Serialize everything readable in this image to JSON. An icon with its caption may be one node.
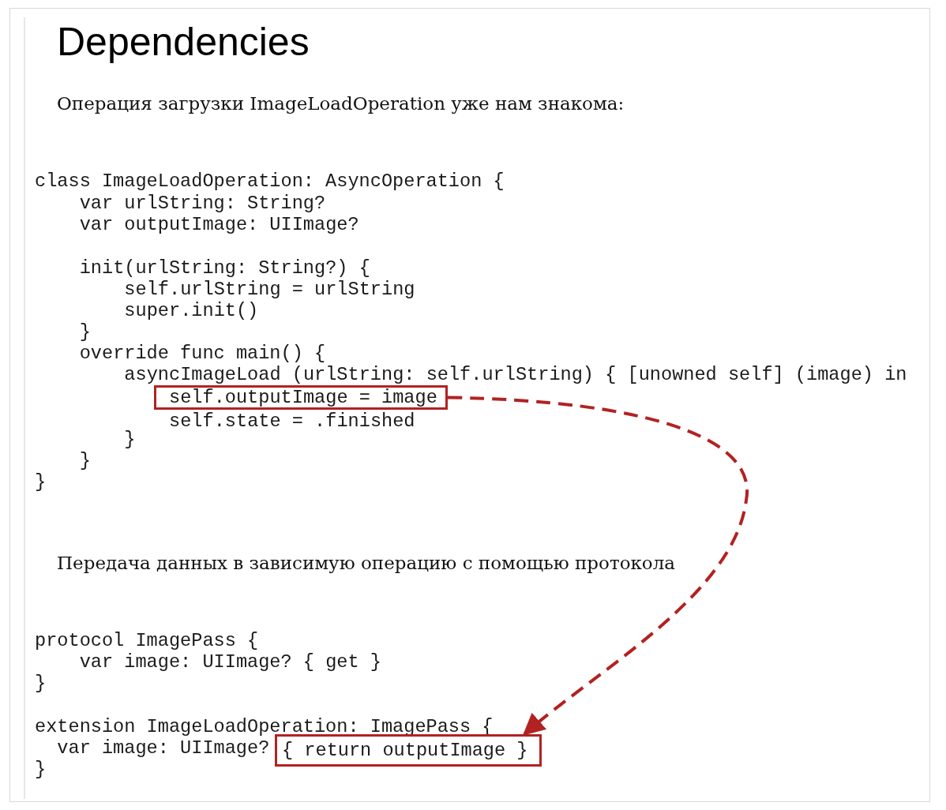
{
  "diagram": {
    "title": "Dependencies",
    "nodes": [
      {
        "text": [
          "self.outputImage = image"
        ]
      },
      {
        "text": [
          "{ return outputImage }"
        ]
      }
    ],
    "edges": [
      {
        "from": 0,
        "to": 1,
        "arrow": "to",
        "style": "dashed",
        "color": "#b22222"
      }
    ],
    "labels": [
      "Операция загрузки ImageLoadOperation уже нам знакома:",
      "class ImageLoadOperation: AsyncOperation {",
      "var urlString: String?",
      "var outputImage: UIImage?",
      "init(urlString: String?) {",
      "self.urlString = urlString",
      "super.init()",
      "}",
      "override func main() {",
      "asyncImageLoad (urlString: self.urlString) { [unowned self] (image) in",
      "self.state = .finished",
      "}",
      "}",
      "}",
      "Передача данных в зависимую операцию с помощью протокола",
      "protocol ImagePass {",
      "var image: UIImage? { get }",
      "}",
      "extension ImageLoadOperation: ImagePass {",
      "var image: UIImage?",
      "}"
    ]
  }
}
